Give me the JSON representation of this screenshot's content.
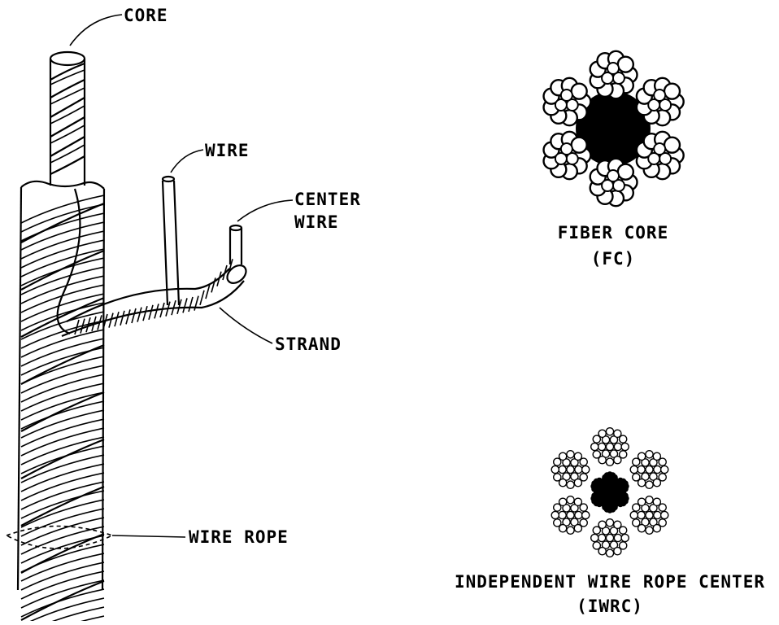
{
  "labels": {
    "core": "CORE",
    "wire": "WIRE",
    "center_wire_1": "CENTER",
    "center_wire_2": "WIRE",
    "strand": "STRAND",
    "wire_rope": "WIRE ROPE"
  },
  "fiber_core": {
    "title": "FIBER CORE",
    "abbr": "(FC)"
  },
  "iwrc": {
    "title": "INDEPENDENT WIRE ROPE CENTER",
    "abbr": "(IWRC)"
  }
}
